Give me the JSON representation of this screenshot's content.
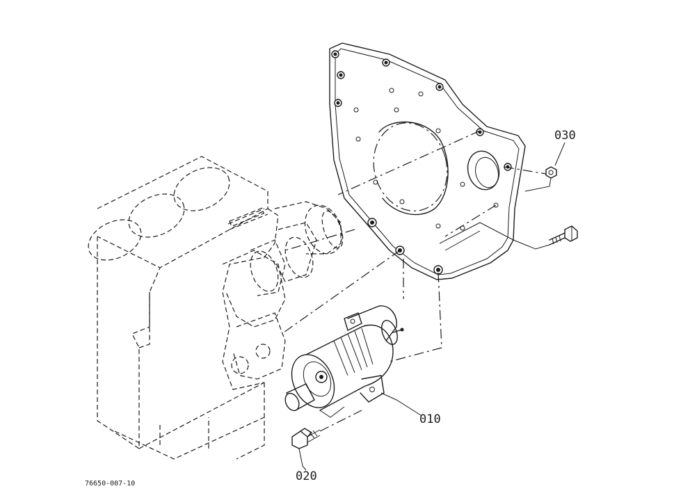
{
  "figure_code": "76650-007-10",
  "callouts": {
    "part_010": "010",
    "part_020": "020",
    "part_030": "030"
  },
  "colors": {
    "line": "#1a1a1a",
    "background": "#ffffff"
  }
}
